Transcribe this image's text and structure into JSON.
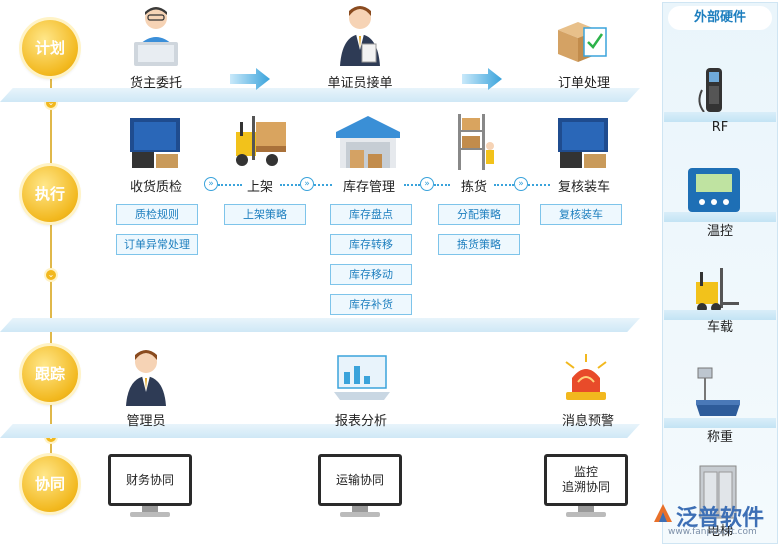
{
  "stages": [
    "计划",
    "执行",
    "跟踪",
    "协同"
  ],
  "plan": {
    "items": [
      "货主委托",
      "单证员接单",
      "订单处理"
    ]
  },
  "execute": {
    "items": [
      "收货质检",
      "上架",
      "库存管理",
      "拣货",
      "复核装车"
    ],
    "buttons": {
      "receive": [
        "质检规则",
        "订单异常处理"
      ],
      "putaway": [
        "上架策略"
      ],
      "inventory": [
        "库存盘点",
        "库存转移",
        "库存移动",
        "库存补货"
      ],
      "picking": [
        "分配策略",
        "拣货策略"
      ],
      "loading": [
        "复核装车"
      ]
    }
  },
  "track": {
    "items": [
      "管理员",
      "报表分析",
      "消息预警"
    ]
  },
  "collab": {
    "monitors": [
      {
        "line1": "财务协同",
        "line2": ""
      },
      {
        "line1": "运输协同",
        "line2": ""
      },
      {
        "line1": "监控",
        "line2": "追溯协同"
      }
    ]
  },
  "hardware": {
    "title": "外部硬件",
    "items": [
      "RF",
      "温控",
      "车载",
      "称重",
      "电梯"
    ]
  },
  "watermark": {
    "brand": "泛普软件",
    "url": "www.fanpusoft.com"
  },
  "colors": {
    "stage_gold": "#f2b81e",
    "accent_blue": "#3aa3db",
    "button_text": "#1e7fbf"
  }
}
